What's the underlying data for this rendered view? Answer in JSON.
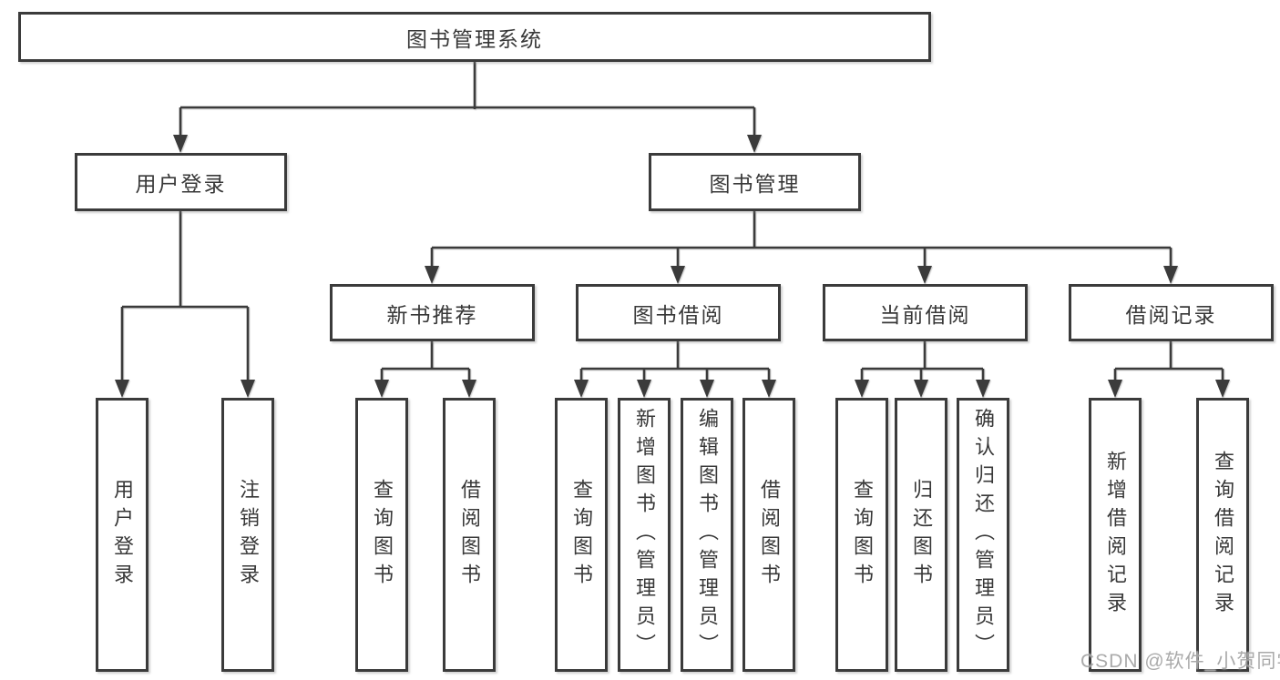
{
  "diagram": {
    "root": "图书管理系统",
    "level2": {
      "user_login": "用户登录",
      "book_management": "图书管理"
    },
    "level3": {
      "new_book_recommend": "新书推荐",
      "book_borrow": "图书借阅",
      "current_borrow": "当前借阅",
      "borrow_record": "借阅记录"
    },
    "leaves": {
      "user_login": [
        "用户登录",
        "注销登录"
      ],
      "new_book_recommend": [
        "查询图书",
        "借阅图书"
      ],
      "book_borrow": [
        "查询图书",
        "新增图书（管理员）",
        "编辑图书（管理员）",
        "借阅图书"
      ],
      "current_borrow": [
        "查询图书",
        "归还图书",
        "确认归还（管理员）"
      ],
      "borrow_record": [
        "新增借阅记录",
        "查询借阅记录"
      ]
    }
  },
  "watermark": "CSDN @软件_小贺同学",
  "colors": {
    "line": "#3b3b3b",
    "border": "#3b3b3b",
    "text": "#383838",
    "watermark": "#9e9e9e",
    "background": "#ffffff"
  }
}
